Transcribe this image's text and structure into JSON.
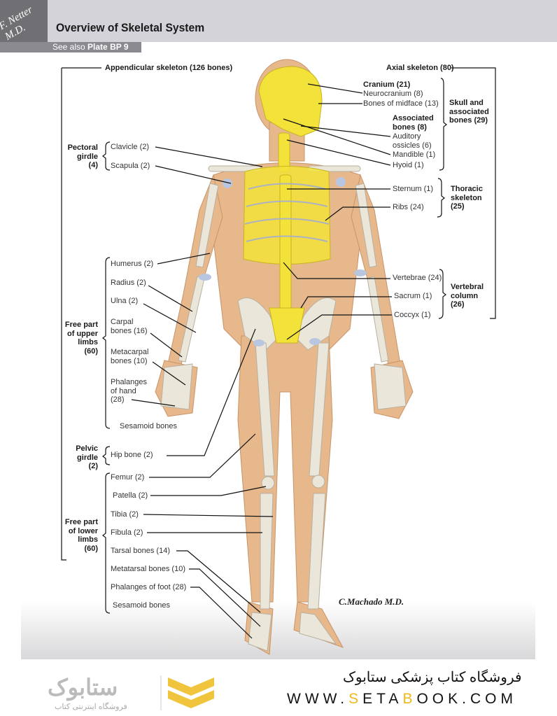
{
  "header": {
    "logo_text": "F. Netter M.D.",
    "title": "Overview of Skeletal System",
    "see_also_prefix": "See also ",
    "see_also_plate": "Plate BP 9"
  },
  "appendicular": {
    "title": "Appendicular skeleton (126 bones)",
    "pectoral": {
      "group": [
        "Pectoral",
        "girdle",
        "(4)"
      ],
      "items": [
        "Clavicle (2)",
        "Scapula (2)"
      ]
    },
    "upper": {
      "group": [
        "Free part",
        "of upper",
        "limbs",
        "(60)"
      ],
      "items": [
        "Humerus (2)",
        "Radius (2)",
        "Ulna (2)",
        "Carpal",
        "bones (16)",
        "Metacarpal",
        "bones (10)",
        "Phalanges",
        "of hand",
        "(28)",
        "Sesamoid bones"
      ]
    },
    "pelvic": {
      "group": [
        "Pelvic",
        "girdle",
        "(2)"
      ],
      "items": [
        "Hip bone (2)"
      ]
    },
    "lower": {
      "group": [
        "Free part",
        "of lower",
        "limbs",
        "(60)"
      ],
      "items": [
        "Femur (2)",
        "Patella (2)",
        "Tibia (2)",
        "Fibula (2)",
        "Tarsal bones (14)",
        "Metatarsal bones (10)",
        "Phalanges of foot (28)",
        "Sesamoid bones"
      ]
    }
  },
  "axial": {
    "title": "Axial skeleton (80)",
    "skull": {
      "group": [
        "Skull and",
        "associated",
        "bones (29)"
      ],
      "cranium": "Cranium (21)",
      "neurocranium": "Neurocranium (8)",
      "midface": "Bones of midface (13)",
      "associated": [
        "Associated",
        "bones (8)"
      ],
      "ossicles": [
        "Auditory",
        "ossicles (6)"
      ],
      "mandible": "Mandible (1)",
      "hyoid": "Hyoid (1)"
    },
    "thoracic": {
      "group": [
        "Thoracic",
        "skeleton",
        "(25)"
      ],
      "items": [
        "Sternum (1)",
        "Ribs (24)"
      ]
    },
    "vertebral": {
      "group": [
        "Vertebral",
        "column",
        "(26)"
      ],
      "items": [
        "Vertebrae (24)",
        "Sacrum (1)",
        "Coccyx (1)"
      ]
    }
  },
  "signature": "C.Machado M.D.",
  "footer": {
    "persian_title": "فروشگاه کتاب پزشکی ستابوک",
    "url_parts": [
      "WWW.",
      "S",
      "ETA",
      "B",
      "OOK.COM"
    ],
    "brand": "ستابوک",
    "brand_sub": "فروشگاه اینترنتی کتاب"
  },
  "colors": {
    "axial_bone": "#f2e23a",
    "appendicular_bone": "#ebe6da",
    "cartilage": "#b9c6e0",
    "skin": "#e6b88c",
    "accent": "#f0b81c"
  }
}
